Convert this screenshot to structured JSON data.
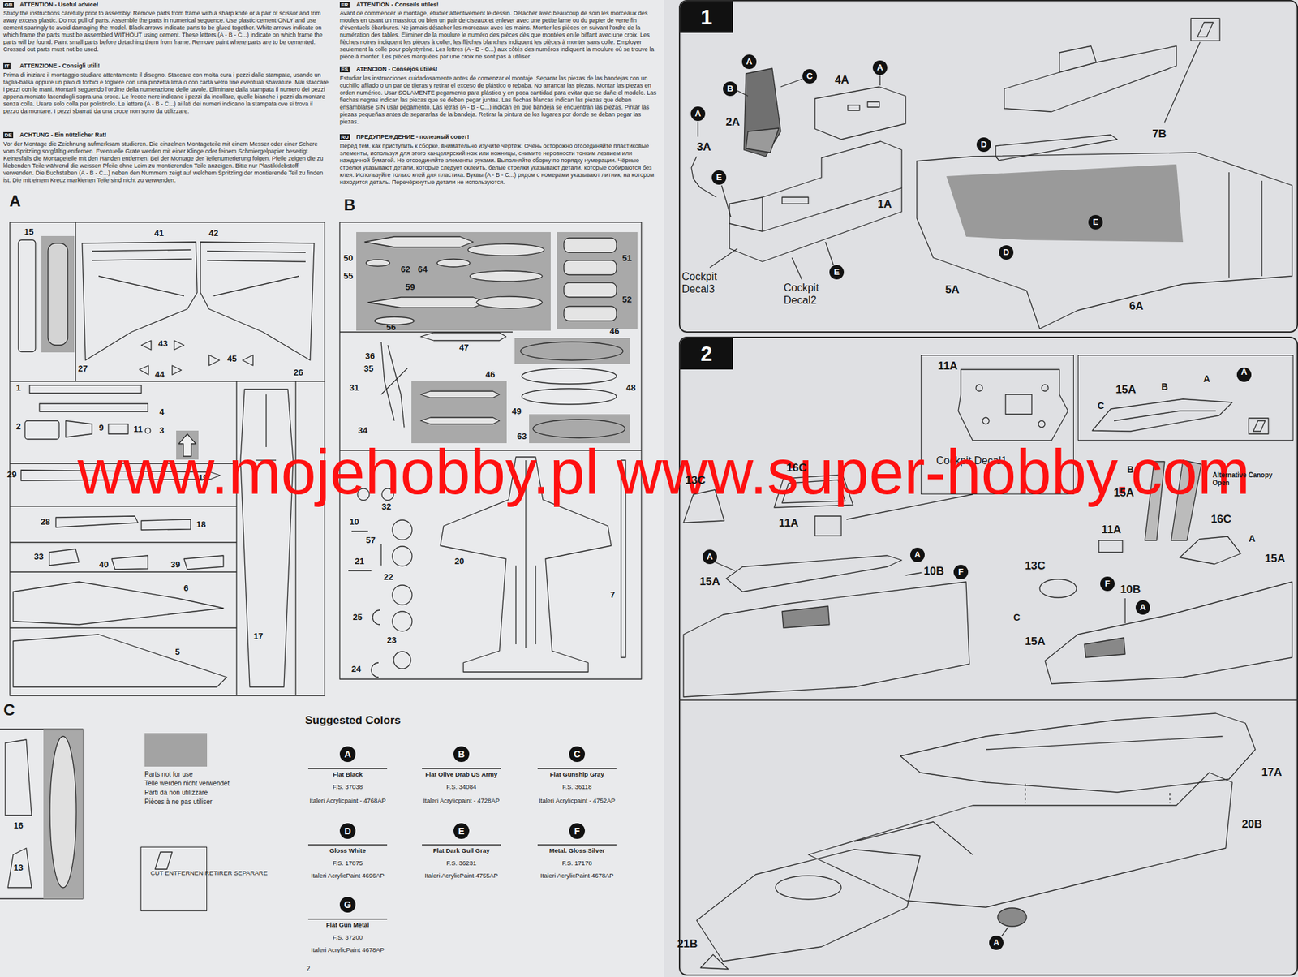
{
  "diagram": {
    "nodes": [
      {
        "text": [
          "CUT ENTFERNEN RETIRER SEPARARE"
        ]
      },
      {
        "text": [
          "1"
        ]
      },
      {
        "text": [
          "2"
        ]
      },
      {
        "text": [
          "11A",
          "Cockpit Decal1"
        ],
        "in": 2
      },
      {
        "text": [
          "15A",
          "B",
          "A",
          "A",
          "C"
        ],
        "in": 2
      }
    ],
    "labels": [
      "GB",
      "ATTENTION - Useful advice!",
      "Study the instructions carefully prior to assembly. Remove parts from frame with a sharp knife or a pair of scissor and trim away excess plastic. Do not pull of parts. Assemble the parts in numerical sequence. Use plastic cement ONLY and use cement sparingly to avoid damaging the model. Black arrows indicate parts to be glued together. White arrows indicate on which frame the parts must be assembled WITHOUT using cement. These letters (A - B - C...) indicate on which frame the parts will be found. Paint small parts before detaching them from frame. Remove paint where parts are to be cemented. Crossed out parts must not be used.",
      "IT",
      "ATTENZIONE - Consigli utili!",
      "Prima di iniziare il montaggio studiare attentamente il disegno. Staccare con molta cura i pezzi dalle stampate, usando un taglia-balsa oppure un paio di forbici e togliere con una pinzetta lima o con carta vetro fine eventuali sbavature. Mai staccare i pezzi con le mani. Montarli seguendo l'ordine della numerazione delle tavole. Eliminare dalla stampata il numero dei pezzi appena montato facendogli sopra una croce. Le frecce nere indicano i pezzi da incollare, quelle bianche i pezzi da montare senza colla. Usare solo colla per polistirolo. Le lettere (A - B - C...) ai lati dei numeri indicano la stampata ove si trova il pezzo da montare. I pezzi sbarrati da una croce non sono da utilizzare.",
      "DE",
      "ACHTUNG - Ein nützlicher Rat!",
      "Vor der Montage die Zeichnung aufmerksam studieren. Die einzelnen Montageteile mit einem Messer oder einer Schere vom Spritzling sorgfältig entfernen. Eventuelle Grate werden mit einer Klinge oder feinem Schmiergelpapier beseitigt. Keinesfalls die Montageteile mit den Händen entfernen. Bei der Montage der Teilenumerierung folgen. Pfeile zeigen die zu klebenden Teile während die weissen Pfeile ohne Leim zu montierenden Teile anzeigen. Bitte nur Plastikklebstoff verwenden. Die Buchstaben (A - B - C...) neben den Nummern zeigt auf welchem Spritzling der montierende Teil zu finden ist. Die mit einem Kreuz markierten Teile sind nicht zu verwenden.",
      "FR",
      "ATTENTION - Conseils utiles!",
      "Avant de commencer le montage, étudier attentivement le dessin. Détacher avec beaucoup de soin les morceaux des moules en usant un massicot ou bien un pair de ciseaux et enlever avec une petite lame ou du papier de verre fin d'éventuels ébarbures. Ne jamais détacher les morceaux avec les mains. Monter les pièces en suivant l'ordre de la numération des tables. Eliminer de la moulure le numéro des pièces dès que montées en le biffant avec une croix. Les flèches noires indiquent les pièces à coller, les flèches blanches indiquent les pièces à monter sans colle. Employer seulement la colle pour polystyrène. Les lettres (A - B - C...) aux côtés des numéros indiquent la moulure où se trouve la pièce à monter. Les pièces marquées par une croix ne sont pas à utiliser.",
      "ES",
      "ATENCION - Consejos útiles!",
      "Estudiar las instrucciones cuidadosamente antes de comenzar el montaje. Separar las piezas de las bandejas con un cuchillo afilado o un par de tijeras y retirar el exceso de plástico o rebaba. No arrancar las piezas. Montar las piezas en orden numérico. Usar SOLAMENTE pegamento para plástico y en poca cantidad para evitar que se dañe el modelo. Las flechas negras indican las piezas que se deben pegar juntas. Las flechas blancas indican las piezas que deben ensamblarse SIN usar pegamento. Las letras (A - B - C...) indican en que bandeja se encuentran las piezas. Pintar las piezas pequeñas antes de separarlas de la bandeja. Retirar la pintura de los lugares por donde se deban pegar las piezas.",
      "RU",
      "ПРЕДУПРЕЖДЕНИЕ - полезный совет!",
      "Перед тем, как приступить к сборке, внимательно изучите чертёж. Очень осторожно отсоединяйте пластиковые элементы, используя для этого канцелярский нож или ножницы, снимите неровности тонким лезвием или наждачной бумагой. Не отсоединяйте элементы руками. Выполняйте сборку по порядку нумерации. Чёрные стрелки указывают детали, которые следует склеить, белые стрелки указывают детали, которые собираются без клея. Используйте только клей для пластика. Буквы (A - B - C...) рядом с номерами указывают литник, на котором находится деталь. Перечёркнутые детали не используются.",
      "A",
      "15",
      "41",
      "42",
      "43",
      "44",
      "45",
      "27",
      "26",
      "1",
      "4",
      "2",
      "9",
      "11",
      "3",
      "19",
      "29",
      "28",
      "18",
      "33",
      "40",
      "39",
      "6",
      "17",
      "5",
      "B",
      "50",
      "62",
      "64",
      "55",
      "59",
      "51",
      "52",
      "56",
      "36",
      "35",
      "31",
      "34",
      "47",
      "46",
      "46",
      "48",
      "49",
      "63",
      "32",
      "10",
      "57",
      "21",
      "22",
      "20",
      "25",
      "23",
      "24",
      "7",
      "C",
      "16",
      "13",
      "www.mojehobby.pl www.super-hobby.com",
      "Suggested Colors",
      "A",
      "Flat Black",
      "F.S. 37038",
      "Italeri Acrylicpaint - 4768AP",
      "B",
      "Flat Olive Drab US Army",
      "F.S. 34084",
      "Italeri Acrylicpaint - 4728AP",
      "C",
      "Flat Gunship Gray",
      "F.S. 36118",
      "Italeri Acrylicpaint - 4752AP",
      "D",
      "Gloss White",
      "F.S. 17875",
      "Italeri AcrylicPaint 4696AP",
      "E",
      "Flat Dark Gull Gray",
      "F.S. 36231",
      "Italeri AcrylicPaint 4755AP",
      "F",
      "Metal. Gloss Silver",
      "F.S. 17178",
      "Italeri AcrylicPaint 4678AP",
      "G",
      "Flat Gun Metal",
      "F.S. 37200",
      "Italeri AcrylicPaint 4678AP",
      "2",
      "A",
      "B",
      "C",
      "4A",
      "A",
      "2A",
      "A",
      "3A",
      "E",
      "1A",
      "Cockpit Decal3",
      "Cockpit Decal2",
      "E",
      "D",
      "7B",
      "E",
      "D",
      "5A",
      "6A",
      "13C",
      "16C",
      "11A",
      "A",
      "15A",
      "A",
      "10B",
      "F",
      "11A",
      "B",
      "15A",
      "Alternative Canopy Open",
      "16C",
      "A",
      "15A",
      "13C",
      "C",
      "15A",
      "F",
      "10B",
      "A",
      "17A",
      "20B",
      "A",
      "21B"
    ],
    "legend": [
      {
        "text": "Parts not for use",
        "color": "#a3a3a3"
      },
      {
        "text": "Telle werden nicht verwendet",
        "color": "#a3a3a3"
      },
      {
        "text": "Parti da non utilizzare",
        "color": "#a3a3a3"
      },
      {
        "text": "Pièces à ne pas utiliser",
        "color": "#a3a3a3"
      }
    ]
  }
}
